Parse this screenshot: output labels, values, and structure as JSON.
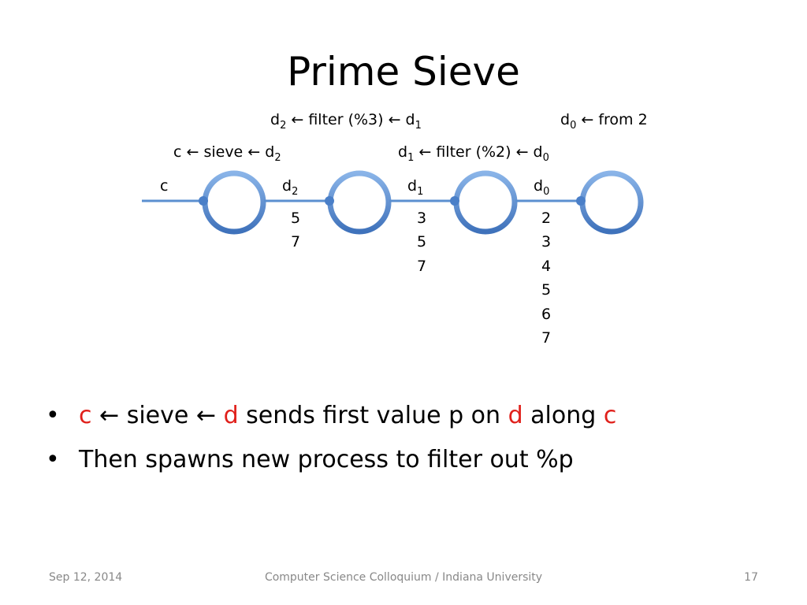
{
  "slide": {
    "title": "Prime Sieve",
    "labels": {
      "d2_filter": {
        "a": "d",
        "a_sub": "2",
        "b": " ← filter (%3) ← d",
        "b_sub": "1"
      },
      "d0_from": {
        "a": "d",
        "a_sub": "0",
        "b": " ← from 2"
      },
      "c_sieve": {
        "a": "c ← sieve ← d",
        "a_sub": "2"
      },
      "d1_filter": {
        "a": "d",
        "a_sub": "1",
        "b": " ← filter (%2) ← d",
        "b_sub": "0"
      }
    },
    "channels": [
      {
        "name": "c",
        "sub": "",
        "values": []
      },
      {
        "name": "d",
        "sub": "2",
        "values": [
          "5",
          "7"
        ]
      },
      {
        "name": "d",
        "sub": "1",
        "values": [
          "3",
          "5",
          "7"
        ]
      },
      {
        "name": "d",
        "sub": "0",
        "values": [
          "2",
          "3",
          "4",
          "5",
          "6",
          "7"
        ]
      }
    ],
    "bullets": [
      {
        "parts": [
          {
            "text": "c",
            "color": "red"
          },
          {
            "text": " ← sieve ← ",
            "color": "black"
          },
          {
            "text": "d",
            "color": "red"
          },
          {
            "text": " sends first value p on ",
            "color": "black"
          },
          {
            "text": "d",
            "color": "red"
          },
          {
            "text": " along ",
            "color": "black"
          },
          {
            "text": "c",
            "color": "red"
          }
        ]
      },
      {
        "parts": [
          {
            "text": "Then spawns new process to filter out %p",
            "color": "black"
          }
        ]
      }
    ],
    "bullet_symbol": "•",
    "footer": {
      "date": "Sep 12, 2014",
      "center": "Computer Science Colloquium / Indiana University",
      "page": "17"
    },
    "colors": {
      "red": "#e0201b",
      "ring": "#4a7fc8",
      "line": "#5b8fd0"
    }
  }
}
